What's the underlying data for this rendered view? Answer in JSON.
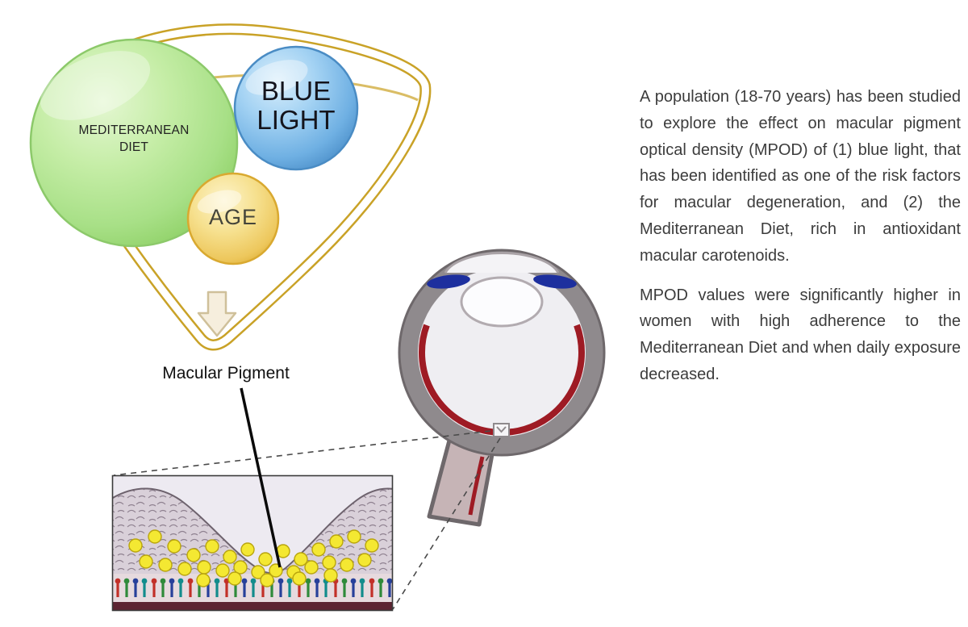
{
  "diagram": {
    "factors": {
      "mediterranean_diet": "MEDITERRANEAN DIET",
      "blue_light": "BLUE LIGHT",
      "age": "AGE"
    },
    "funnel_output_label": "Macular Pigment"
  },
  "abstract_text": {
    "paragraph_1": "A population (18-70 years) has been studied to explore the effect on macular pigment optical density (MPOD) of (1) blue light, that has been identified as one of the risk factors for macular degeneration, and (2) the Mediterranean Diet, rich in antioxidant macular carotenoids.",
    "paragraph_2": "MPOD values were significantly higher in women with high adherence to the Mediterranean Diet and when daily exposure decreased."
  },
  "colors": {
    "green_circle": "#a8e087",
    "blue_circle": "#6fb0e3",
    "yellow_circle": "#edc75c",
    "funnel_gold": "#c9a227",
    "choroid_red": "#9e1b24",
    "iris_blue": "#1d2f9e",
    "macular_pigment_yellow": "#f4e832"
  },
  "icons": {
    "down_arrow": "down-arrow-icon",
    "macula_marker": "macula-marker"
  }
}
